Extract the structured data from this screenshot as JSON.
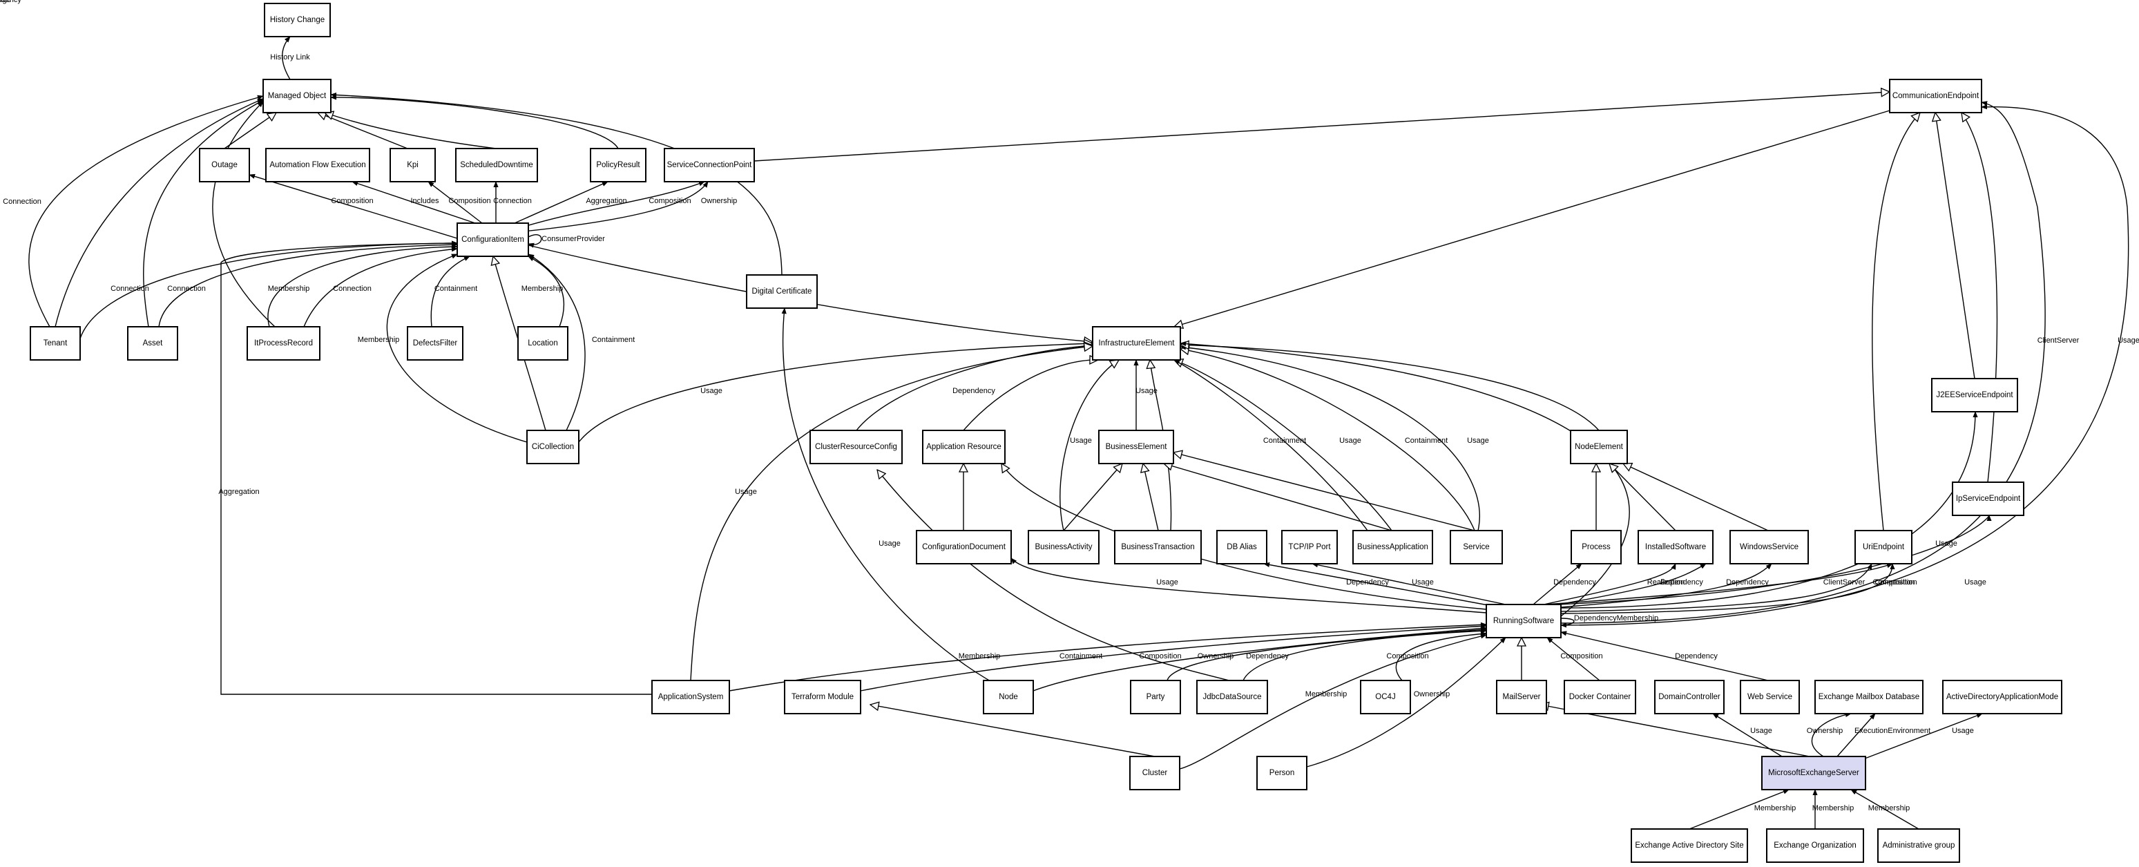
{
  "diagram": {
    "highlight_color": "#d9d9f3",
    "nodes": [
      {
        "id": "history",
        "label": "History Change"
      },
      {
        "id": "managed",
        "label": "Managed Object"
      },
      {
        "id": "comm",
        "label": "CommunicationEndpoint"
      },
      {
        "id": "outage",
        "label": "Outage"
      },
      {
        "id": "afe",
        "label": "Automation Flow Execution"
      },
      {
        "id": "kpi",
        "label": "Kpi"
      },
      {
        "id": "sched",
        "label": "ScheduledDowntime"
      },
      {
        "id": "policy",
        "label": "PolicyResult"
      },
      {
        "id": "scp",
        "label": "ServiceConnectionPoint"
      },
      {
        "id": "ci",
        "label": "ConfigurationItem"
      },
      {
        "id": "digcert",
        "label": "Digital Certificate"
      },
      {
        "id": "tenant",
        "label": "Tenant"
      },
      {
        "id": "asset",
        "label": "Asset"
      },
      {
        "id": "itpr",
        "label": "ItProcessRecord"
      },
      {
        "id": "defects",
        "label": "DefectsFilter"
      },
      {
        "id": "location",
        "label": "Location"
      },
      {
        "id": "infra",
        "label": "InfrastructureElement"
      },
      {
        "id": "cicoll",
        "label": "CiCollection"
      },
      {
        "id": "crc",
        "label": "ClusterResourceConfig"
      },
      {
        "id": "appres",
        "label": "Application Resource"
      },
      {
        "id": "buselem",
        "label": "BusinessElement"
      },
      {
        "id": "nodeelem",
        "label": "NodeElement"
      },
      {
        "id": "j2ee",
        "label": "J2EEServiceEndpoint"
      },
      {
        "id": "ipse",
        "label": "IpServiceEndpoint"
      },
      {
        "id": "confdoc",
        "label": "ConfigurationDocument"
      },
      {
        "id": "busact",
        "label": "BusinessActivity"
      },
      {
        "id": "bustrans",
        "label": "BusinessTransaction"
      },
      {
        "id": "dbalias",
        "label": "DB Alias"
      },
      {
        "id": "tcpport",
        "label": "TCP/IP Port"
      },
      {
        "id": "busapp",
        "label": "BusinessApplication"
      },
      {
        "id": "service",
        "label": "Service"
      },
      {
        "id": "process",
        "label": "Process"
      },
      {
        "id": "instsw",
        "label": "InstalledSoftware"
      },
      {
        "id": "winsvc",
        "label": "WindowsService"
      },
      {
        "id": "uriep",
        "label": "UriEndpoint"
      },
      {
        "id": "rsw",
        "label": "RunningSoftware"
      },
      {
        "id": "appsys",
        "label": "ApplicationSystem"
      },
      {
        "id": "terraform",
        "label": "Terraform Module"
      },
      {
        "id": "node",
        "label": "Node"
      },
      {
        "id": "party",
        "label": "Party"
      },
      {
        "id": "jdbc",
        "label": "JdbcDataSource"
      },
      {
        "id": "oc4j",
        "label": "OC4J"
      },
      {
        "id": "mail",
        "label": "MailServer"
      },
      {
        "id": "docker",
        "label": "Docker Container"
      },
      {
        "id": "dc",
        "label": "DomainController"
      },
      {
        "id": "websvc",
        "label": "Web Service"
      },
      {
        "id": "exmbx",
        "label": "Exchange Mailbox Database"
      },
      {
        "id": "adam",
        "label": "ActiveDirectoryApplicationMode"
      },
      {
        "id": "cluster",
        "label": "Cluster"
      },
      {
        "id": "person",
        "label": "Person"
      },
      {
        "id": "mes",
        "label": "MicrosoftExchangeServer"
      },
      {
        "id": "exad",
        "label": "Exchange Active Directory Site"
      },
      {
        "id": "exorg",
        "label": "Exchange Organization"
      },
      {
        "id": "admgrp",
        "label": "Administrative group"
      }
    ],
    "edges": [
      {
        "id": "e1",
        "label": "History Link"
      },
      {
        "id": "e2",
        "label": "Connection"
      },
      {
        "id": "e3",
        "label": ""
      },
      {
        "id": "e4",
        "label": ""
      },
      {
        "id": "e5",
        "label": ""
      },
      {
        "id": "e6",
        "label": ""
      },
      {
        "id": "e7",
        "label": ""
      },
      {
        "id": "e8",
        "label": ""
      },
      {
        "id": "e9",
        "label": ""
      },
      {
        "id": "e10",
        "label": ""
      },
      {
        "id": "e11",
        "label": ""
      },
      {
        "id": "e12",
        "label": "Composition"
      },
      {
        "id": "e13",
        "label": "Includes"
      },
      {
        "id": "e14",
        "label": "Composition"
      },
      {
        "id": "e15",
        "label": "Connection"
      },
      {
        "id": "e16",
        "label": "Aggregation"
      },
      {
        "id": "e17",
        "label": "Composition"
      },
      {
        "id": "e18",
        "label": "Ownership"
      },
      {
        "id": "e19",
        "label": "ConsumerProvider"
      },
      {
        "id": "e20",
        "label": "Connection"
      },
      {
        "id": "e21",
        "label": "Connection"
      },
      {
        "id": "e22",
        "label": "Membership"
      },
      {
        "id": "e23",
        "label": "Connection"
      },
      {
        "id": "e24",
        "label": "Containment"
      },
      {
        "id": "e25",
        "label": "Membership"
      },
      {
        "id": "e26",
        "label": "Membership"
      },
      {
        "id": "e27",
        "label": "Containment"
      },
      {
        "id": "e28",
        "label": ""
      },
      {
        "id": "e29",
        "label": "Aggregation"
      },
      {
        "id": "e30",
        "label": ""
      },
      {
        "id": "e31",
        "label": ""
      },
      {
        "id": "e32",
        "label": "Usage"
      },
      {
        "id": "e33",
        "label": "Dependency"
      },
      {
        "id": "e34",
        "label": "Usage"
      },
      {
        "id": "e35",
        "label": ""
      },
      {
        "id": "e36",
        "label": "Usage"
      },
      {
        "id": "e37",
        "label": "Usage"
      },
      {
        "id": "e38",
        "label": "Containment"
      },
      {
        "id": "e39",
        "label": "Usage"
      },
      {
        "id": "e40",
        "label": "Containment"
      },
      {
        "id": "e41",
        "label": "Usage"
      },
      {
        "id": "e42",
        "label": ""
      },
      {
        "id": "e43",
        "label": ""
      },
      {
        "id": "e44",
        "label": ""
      },
      {
        "id": "e45",
        "label": ""
      },
      {
        "id": "e46",
        "label": ""
      },
      {
        "id": "e47",
        "label": ""
      },
      {
        "id": "e48",
        "label": ""
      },
      {
        "id": "e49",
        "label": ""
      },
      {
        "id": "e50",
        "label": ""
      },
      {
        "id": "e51",
        "label": ""
      },
      {
        "id": "e52",
        "label": ""
      },
      {
        "id": "e53",
        "label": ""
      },
      {
        "id": "e54",
        "label": ""
      },
      {
        "id": "e55",
        "label": ""
      },
      {
        "id": "e56",
        "label": "ClientServer"
      },
      {
        "id": "e57",
        "label": "Usage"
      },
      {
        "id": "e58",
        "label": "Composition"
      },
      {
        "id": "e59",
        "label": "Usage"
      },
      {
        "id": "e60",
        "label": "Usage"
      },
      {
        "id": "e61",
        "label": "Dependency"
      },
      {
        "id": "e62",
        "label": "Usage"
      },
      {
        "id": "e63",
        "label": "Usage"
      },
      {
        "id": "e64",
        "label": "Dependency"
      },
      {
        "id": "e65",
        "label": "Realization"
      },
      {
        "id": "e66",
        "label": "Dependency"
      },
      {
        "id": "e67",
        "label": "Dependency"
      },
      {
        "id": "e68",
        "label": "ClientServer"
      },
      {
        "id": "e69",
        "label": "Composition"
      },
      {
        "id": "e70",
        "label": "Usage"
      },
      {
        "id": "e71",
        "label": "DependencyMembership"
      },
      {
        "id": "e72",
        "label": "Membership"
      },
      {
        "id": "e73",
        "label": "Containment"
      },
      {
        "id": "e74",
        "label": "Composition"
      },
      {
        "id": "e75",
        "label": "Ownership"
      },
      {
        "id": "e76",
        "label": "Dependency"
      },
      {
        "id": "e77",
        "label": "Composition"
      },
      {
        "id": "e78",
        "label": "Membership"
      },
      {
        "id": "e79",
        "label": "Ownership"
      },
      {
        "id": "e80",
        "label": ""
      },
      {
        "id": "e81",
        "label": "Composition"
      },
      {
        "id": "e82",
        "label": "Dependency"
      },
      {
        "id": "e83",
        "label": ""
      },
      {
        "id": "e84",
        "label": ""
      },
      {
        "id": "e85",
        "label": "Usage"
      },
      {
        "id": "e86",
        "label": "Ownership"
      },
      {
        "id": "e87",
        "label": "ExecutionEnvironment"
      },
      {
        "id": "e88",
        "label": "Usage"
      },
      {
        "id": "e89",
        "label": "Membership"
      },
      {
        "id": "e90",
        "label": "Membership"
      },
      {
        "id": "e91",
        "label": "Membership"
      },
      {
        "id": "e92",
        "label": "Dependency"
      },
      {
        "id": "e93",
        "label": "Usage"
      }
    ]
  }
}
